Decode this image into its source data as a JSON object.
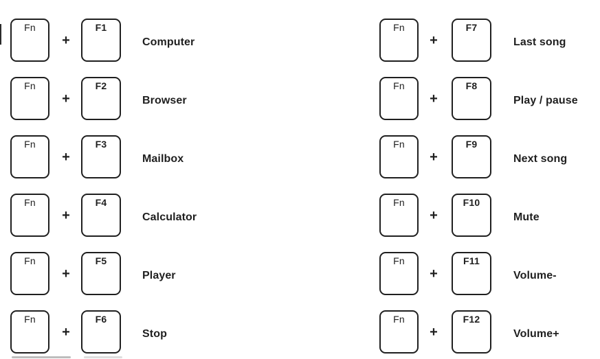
{
  "colors": {
    "ink": "#1f1f1f",
    "background": "#ffffff"
  },
  "plus_sign": "+",
  "shortcuts": [
    {
      "modifier": "Fn",
      "key": "F1",
      "action": "Computer"
    },
    {
      "modifier": "Fn",
      "key": "F2",
      "action": "Browser"
    },
    {
      "modifier": "Fn",
      "key": "F3",
      "action": "Mailbox"
    },
    {
      "modifier": "Fn",
      "key": "F4",
      "action": "Calculator"
    },
    {
      "modifier": "Fn",
      "key": "F5",
      "action": "Player"
    },
    {
      "modifier": "Fn",
      "key": "F6",
      "action": "Stop"
    },
    {
      "modifier": "Fn",
      "key": "F7",
      "action": "Last song"
    },
    {
      "modifier": "Fn",
      "key": "F8",
      "action": "Play / pause"
    },
    {
      "modifier": "Fn",
      "key": "F9",
      "action": "Next song"
    },
    {
      "modifier": "Fn",
      "key": "F10",
      "action": "Mute"
    },
    {
      "modifier": "Fn",
      "key": "F11",
      "action": "Volume-"
    },
    {
      "modifier": "Fn",
      "key": "F12",
      "action": "Volume+"
    }
  ]
}
